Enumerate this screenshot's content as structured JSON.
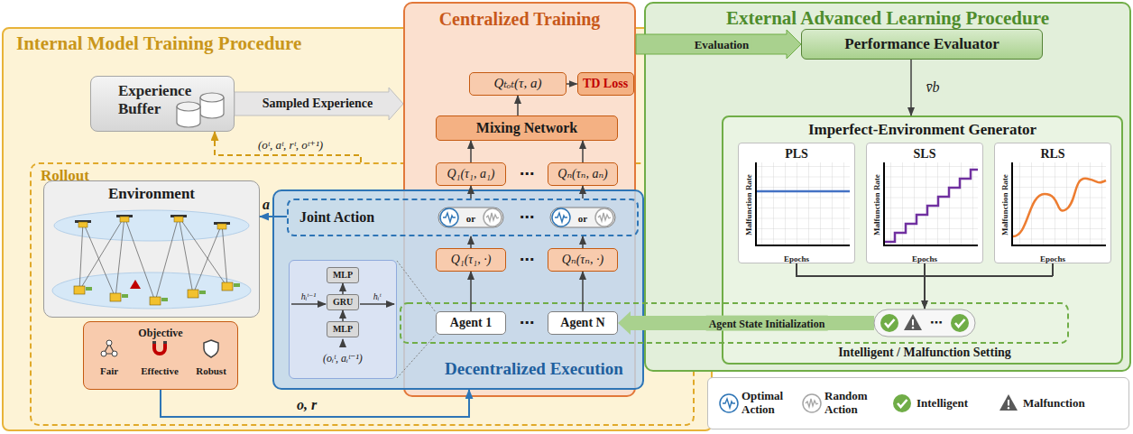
{
  "diagram": {
    "nodes": [
      {
        "text": [
          "Internal Model Training Procedure"
        ]
      },
      {
        "text": [
          "Experience Buffer"
        ],
        "in": 0
      },
      {
        "text": [
          "Rollout"
        ],
        "in": 0
      },
      {
        "text": [
          "Environment"
        ],
        "in": 2
      },
      {
        "text": [
          "Objective",
          "Fair",
          "Effective",
          "Robust"
        ],
        "in": 2
      },
      {
        "text": [
          "Centralized Training"
        ]
      },
      {
        "text": [
          "Qₜₒₜ(τ, a)"
        ],
        "in": 5
      },
      {
        "text": [
          "TD Loss"
        ],
        "in": 5
      },
      {
        "text": [
          "Mixing Network"
        ],
        "in": 5
      },
      {
        "text": [
          "Q₁(τ₁, a₁)"
        ],
        "in": 5
      },
      {
        "text": [
          "Qₙ(τₙ, aₙ)"
        ],
        "in": 5
      },
      {
        "text": [
          "Decentralized Execution"
        ]
      },
      {
        "text": [
          "Joint Action"
        ],
        "in": 11
      },
      {
        "text": [
          "(oᵢᵗ, aᵢᵗ⁻¹)"
        ],
        "in": 11
      },
      {
        "text": [
          "MLP"
        ],
        "in": 13
      },
      {
        "text": [
          "GRU"
        ],
        "in": 13
      },
      {
        "text": [
          "MLP"
        ],
        "in": 13
      },
      {
        "text": [
          "Q₁(τ₁, ·)"
        ],
        "in": 11
      },
      {
        "text": [
          "Qₙ(τₙ, ·)"
        ],
        "in": 11
      },
      {
        "text": [
          "Agent 1"
        ],
        "in": 11
      },
      {
        "text": [
          "Agent N"
        ],
        "in": 11
      },
      {
        "text": [
          "External Advanced Learning Procedure"
        ]
      },
      {
        "text": [
          "Performance Evaluator"
        ],
        "in": 21
      },
      {
        "text": [
          "Imperfect-Environment Generator"
        ],
        "in": 21
      },
      {
        "text": [
          "PLS",
          "Malfunction Rate",
          "Epochs"
        ],
        "in": 23
      },
      {
        "text": [
          "SLS",
          "Malfunction Rate",
          "Epochs"
        ],
        "in": 23
      },
      {
        "text": [
          "RLS",
          "Malfunction Rate",
          "Epochs"
        ],
        "in": 23
      }
    ],
    "edges": [
      {
        "from": 1,
        "to": 5,
        "label": "Sampled Experience",
        "arrow": "to"
      },
      {
        "from": 2,
        "to": 1,
        "label": "(oᵗ, aᵗ, rᵗ, oᵗ⁺¹)",
        "arrow": "to"
      },
      {
        "from": 12,
        "to": 3,
        "label": "a",
        "arrow": "to"
      },
      {
        "from": 4,
        "to": 11,
        "label": "o, r",
        "arrow": "to"
      },
      {
        "from": 9,
        "to": 8,
        "arrow": "to"
      },
      {
        "from": 10,
        "to": 8,
        "arrow": "to"
      },
      {
        "from": 8,
        "to": 6,
        "arrow": "to"
      },
      {
        "from": 6,
        "to": 7,
        "arrow": "to"
      },
      {
        "from": 19,
        "to": 17,
        "arrow": "to"
      },
      {
        "from": 20,
        "to": 18,
        "arrow": "to"
      },
      {
        "from": 17,
        "to": 12,
        "arrow": "to"
      },
      {
        "from": 18,
        "to": 12,
        "arrow": "to"
      },
      {
        "from": 12,
        "to": 9,
        "arrow": "to"
      },
      {
        "from": 12,
        "to": 10,
        "arrow": "to"
      },
      {
        "from": 16,
        "to": 15,
        "arrow": "to"
      },
      {
        "from": 15,
        "to": 14,
        "arrow": "to"
      },
      {
        "from": 5,
        "to": 22,
        "label": "Evaluation",
        "arrow": "to"
      },
      {
        "from": 22,
        "to": 23,
        "label": "v̄b",
        "arrow": "to"
      },
      {
        "from": 23,
        "to": 20,
        "label": "Agent State Initialization",
        "arrow": "to"
      }
    ],
    "labels": [
      "⋯",
      "or",
      "⋯",
      "or",
      "⋯",
      "⋯",
      "hᵢᵗ⁻¹",
      "hᵢᵗ",
      "⋯",
      "Intelligent / Malfunction Setting"
    ],
    "legend": [
      {
        "text": "Optimal Action"
      },
      {
        "text": "Random Action"
      },
      {
        "text": "Intelligent"
      },
      {
        "text": "Malfunction"
      }
    ]
  }
}
